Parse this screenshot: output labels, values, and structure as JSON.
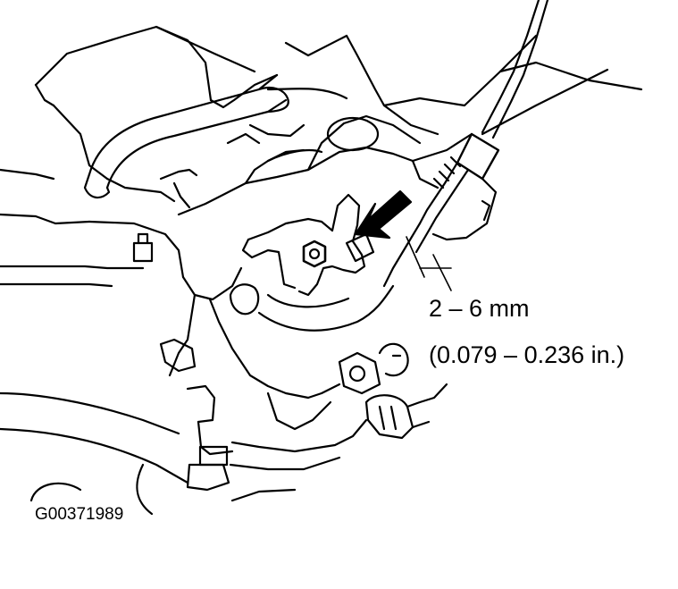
{
  "diagram": {
    "spec_mm": "2 – 6 mm",
    "spec_in": "(0.079 – 0.236 in.)",
    "figure_id": "G00371989"
  },
  "colors": {
    "ink": "#000000",
    "paper": "#ffffff"
  }
}
